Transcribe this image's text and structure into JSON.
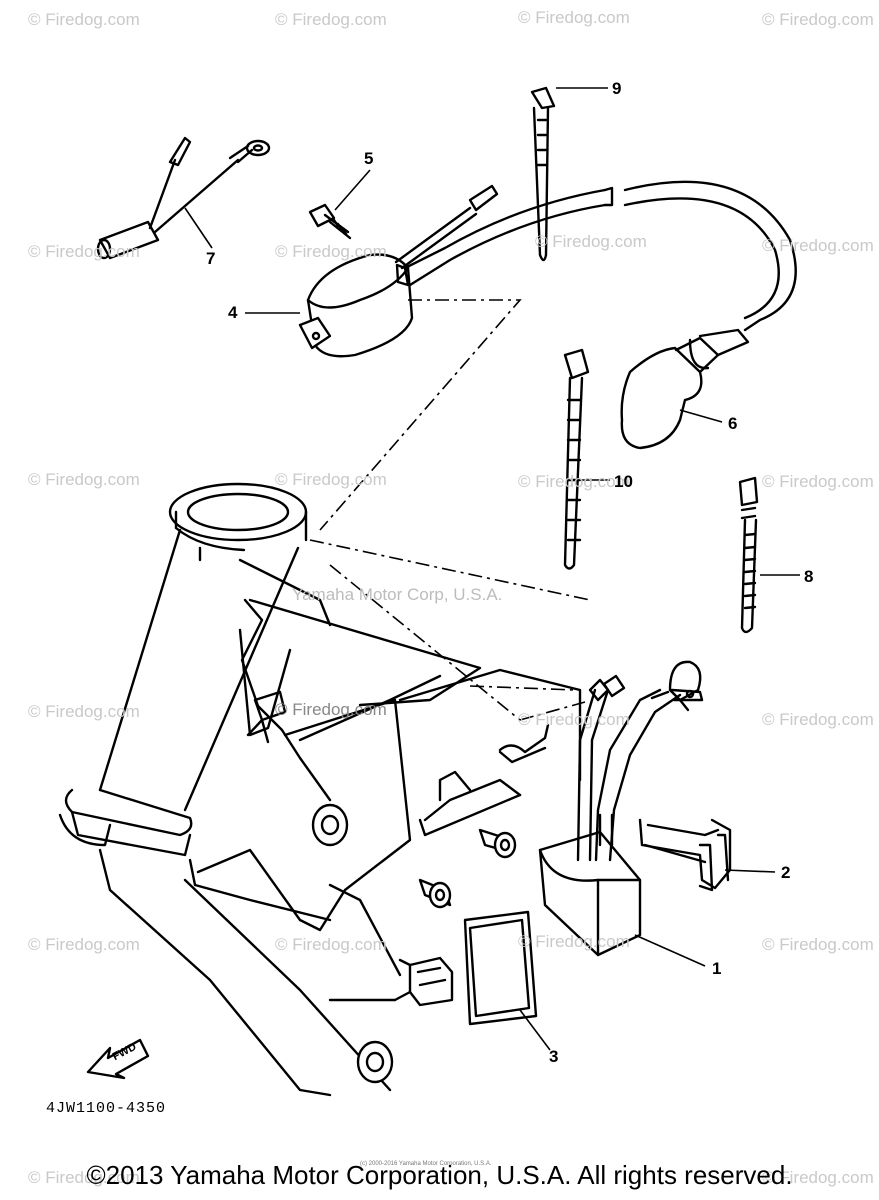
{
  "watermarks": {
    "repeat_text": "© Firedog.com",
    "center_text": "Yamaha Motor Corp, U.S.A."
  },
  "callouts": {
    "c1": "1",
    "c2": "2",
    "c3": "3",
    "c4": "4",
    "c5": "5",
    "c6": "6",
    "c7": "7",
    "c8": "8",
    "c9": "9",
    "c10": "10"
  },
  "fwd_label": "FWD",
  "part_code": "4JW1100-4350",
  "tiny_copyright": "(c) 2000-2016 Yamaha Motor Corporation, U.S.A.",
  "copyright": "©2013 Yamaha Motor Corporation, U.S.A. All rights reserved.",
  "colors": {
    "line": "#000000",
    "watermark": "#c9c9c9"
  }
}
